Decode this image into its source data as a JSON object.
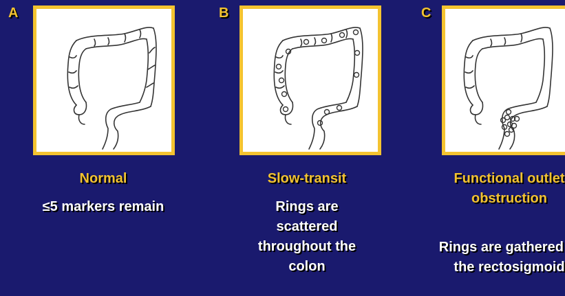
{
  "panels": [
    {
      "letter": "A",
      "title": "Normal",
      "description": "≤5 markers remain"
    },
    {
      "letter": "B",
      "title": "Slow-transit",
      "description": "Rings are scattered throughout the colon"
    },
    {
      "letter": "C",
      "title": "Functional outlet obstruction",
      "description": "Rings are gathered in the rectosigmoid"
    }
  ],
  "colors": {
    "background": "#1a1a6e",
    "accent": "#f2c230",
    "frame": "#f4c330",
    "text": "#ffffff"
  },
  "icons": [
    "colon-illustration-icon",
    "marker-ring-icon"
  ]
}
